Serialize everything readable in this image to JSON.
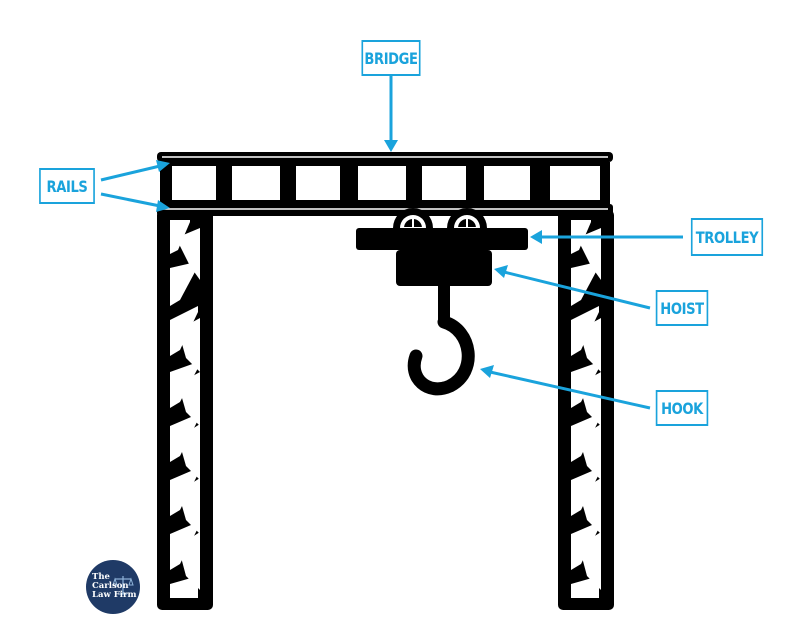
{
  "labels": {
    "bridge": "BRIDGE",
    "rails": "RAILS",
    "trolley": "TROLLEY",
    "hoist": "HOIST",
    "hook": "HOOK"
  },
  "logo": {
    "line1": "The",
    "line2": "Carlson",
    "line3": "Law Firm"
  },
  "colors": {
    "accent": "#1aa3dc",
    "structure": "#000000",
    "logo_bg": "#1f3a66"
  },
  "icons": [
    "balance-scale-icon"
  ]
}
